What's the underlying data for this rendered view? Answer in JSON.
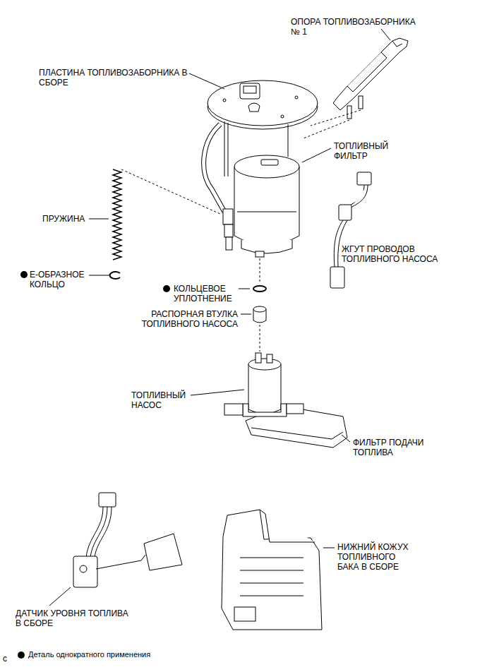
{
  "diagram": {
    "labels": [
      "ОПОРА ТОПЛИВОЗАБОРНИКА № 1",
      "ПЛАСТИНА ТОПЛИВОЗАБОРНИКА В СБОРЕ",
      "ТОПЛИВНЫЙ ФИЛЬТР",
      "ПРУЖИНА",
      "Е-ОБРАЗНОЕ КОЛЬЦО",
      "КОЛЬЦЕВОЕ УПЛОТНЕНИЕ",
      "РАСПОРНАЯ ВТУЛКА ТОПЛИВНОГО НАСОСА",
      "ЖГУТ ПРОВОДОВ ТОПЛИВНОГО НАСОСА",
      "ТОПЛИВНЫЙ НАСОС",
      "ФИЛЬТР ПОДАЧИ ТОПЛИВА",
      "НИЖНИЙ КОЖУХ ТОПЛИВНОГО БАКА В СБОРЕ",
      "ДАТЧИК УРОВНЯ ТОПЛИВА В СБОРЕ",
      "c"
    ],
    "legend": [
      {
        "text": "Деталь однократного применения"
      }
    ]
  }
}
